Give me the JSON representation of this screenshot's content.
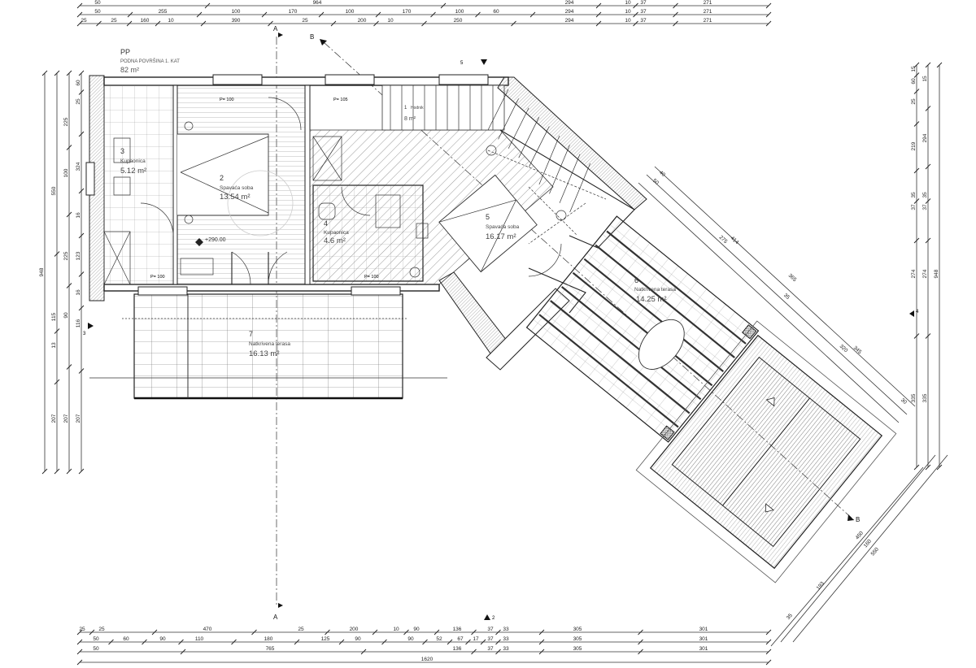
{
  "title": {
    "code": "PP",
    "subtitle": "PODNA POVRŠINA 1. KAT",
    "area": "82 m²"
  },
  "rooms": [
    {
      "number": "1",
      "name": "Hodnik",
      "area": "8 m²"
    },
    {
      "number": "2",
      "name": "Spavaća soba",
      "area": "13.54 m²"
    },
    {
      "number": "3",
      "name": "Kupaonica",
      "area": "5.12 m²"
    },
    {
      "number": "4",
      "name": "Kupaonica",
      "area": "4.6 m²"
    },
    {
      "number": "5",
      "name": "Spavaća soba",
      "area": "16.17 m²"
    },
    {
      "number": "6",
      "name": "Natkrivena terasa",
      "area": "14.25 m²"
    },
    {
      "number": "7",
      "name": "Natkrivena terasa",
      "area": "16.13 m²"
    }
  ],
  "level_mark": "+290.00",
  "section_marks": {
    "a_top": "A",
    "a_bottom": "A",
    "b_top": "B",
    "b_bottom": "B",
    "view_top": "5",
    "view_bottom": "2",
    "view_left": "3",
    "view_right": "4"
  },
  "openings": [
    "P= 100",
    "P= 105",
    "P= 100",
    "P= 100"
  ],
  "dimensions": {
    "top": [
      [
        "50",
        "964",
        "294",
        "10",
        "37",
        "271"
      ],
      [
        "50",
        "255",
        "100",
        "170",
        "100",
        "170",
        "100",
        "60",
        "294",
        "10",
        "37",
        "271"
      ],
      [
        "25",
        "25",
        "160",
        "10",
        "390",
        "25",
        "200",
        "10",
        "250",
        "294",
        "10",
        "37",
        "271"
      ]
    ],
    "bottom": [
      [
        "25",
        "25",
        "470",
        "25",
        "200",
        "10",
        "90",
        "136",
        "37",
        "33",
        "305",
        "301"
      ],
      [
        "50",
        "60",
        "90",
        "110",
        "180",
        "125",
        "90",
        "90",
        "52",
        "67",
        "17",
        "37",
        "33",
        "305",
        "301"
      ],
      [
        "50",
        "765",
        "136",
        "37",
        "33",
        "305",
        "301"
      ],
      [
        "1620"
      ]
    ],
    "left": [
      [
        "948"
      ],
      [
        "550",
        "115",
        "13",
        "207"
      ],
      [
        "225",
        "100",
        "225",
        "90",
        "207"
      ],
      [
        "60",
        "25",
        "324",
        "16",
        "123",
        "16",
        "116",
        "207"
      ]
    ],
    "right": [
      [
        "15",
        "60",
        "25",
        "219",
        "35",
        "37",
        "274",
        "335"
      ],
      [
        "15",
        "294",
        "35",
        "37",
        "274",
        "335"
      ],
      [
        "948"
      ]
    ],
    "diagonal": [
      "40",
      "50",
      "275",
      "414",
      "365",
      "35",
      "320",
      "345",
      "30"
    ],
    "diagonal_lower": [
      "450",
      "160",
      "550",
      "193",
      "35"
    ]
  }
}
